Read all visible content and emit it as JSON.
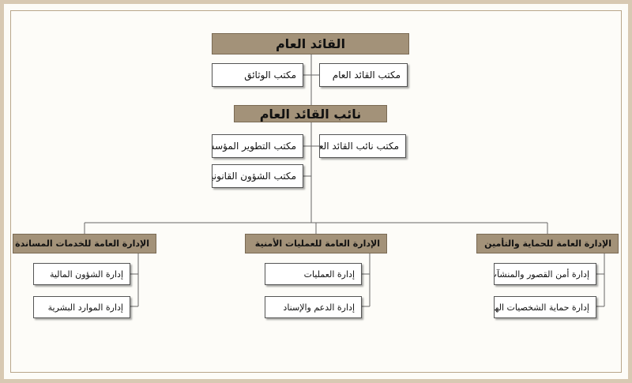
{
  "top": {
    "commander": "القائد العام",
    "commander_office": "مكتب القائد العام",
    "documents_office": "مكتب الوثائق"
  },
  "deputy": {
    "title": "نائب القائد العام",
    "deputy_office": "مكتب نائب القائد العام",
    "institutional_dev_office": "مكتب التطوير المؤسسي",
    "legal_affairs_office": "مكتب الشؤون القانونية"
  },
  "directorates": [
    {
      "title": "الإدارة العامة للحماية والتأمين",
      "units": [
        "إدارة أمن القصور والمنشآت",
        "إدارة حماية الشخصيات الهامة"
      ]
    },
    {
      "title": "الإدارة العامة للعمليات الأمنية",
      "units": [
        "إدارة العمليات",
        "إدارة الدعم والإسناد"
      ]
    },
    {
      "title": "الإدارة العامة للخدمات المساندة",
      "units": [
        "إدارة الشؤون المالية",
        "إدارة الموارد البشرية"
      ]
    }
  ]
}
